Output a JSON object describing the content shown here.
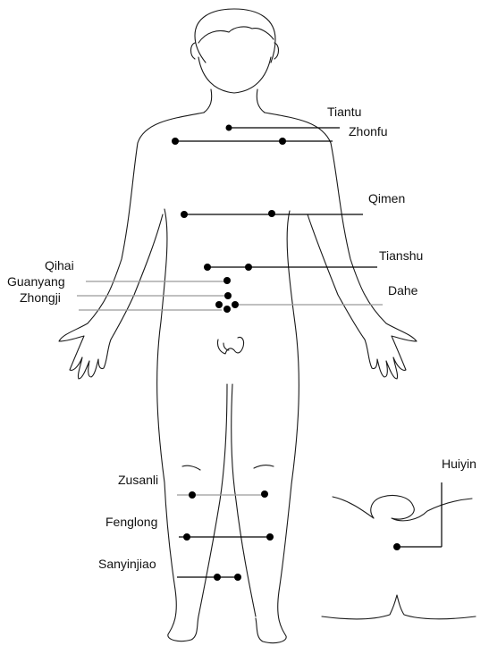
{
  "acupoints": {
    "tiantu": "Tiantu",
    "zhonfu": "Zhonfu",
    "qimen": "Qimen",
    "tianshu": "Tianshu",
    "qihai": "Qihai",
    "guanyang": "Guanyang",
    "zhongji": "Zhongji",
    "dahe": "Dahe",
    "zusanli": "Zusanli",
    "fenglong": "Fenglong",
    "sanyinjiao": "Sanyinjiao",
    "huiyin": "Huiyin"
  },
  "colors": {
    "outline": "#1a1a1a",
    "dot": "#000000",
    "leader": "#000000",
    "leader_light": "#9a9a9a"
  }
}
